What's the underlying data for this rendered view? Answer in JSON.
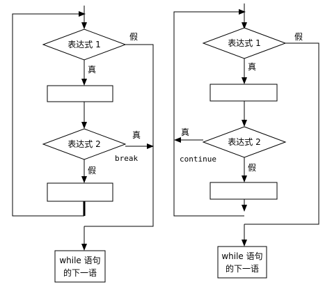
{
  "left_flow": {
    "condition1": "表达式 1",
    "true1": "真",
    "false1": "假",
    "condition2": "表达式 2",
    "true2": "真",
    "break_label": "break",
    "false2": "假",
    "end_line1": "while 语句",
    "end_line2": "的下一语"
  },
  "right_flow": {
    "condition1": "表达式 1",
    "true1": "真",
    "false1": "假",
    "condition2": "表达式 2",
    "true2": "真",
    "continue_label": "continue",
    "false2": "假",
    "end_line1": "while 语句",
    "end_line2": "的下一语"
  }
}
